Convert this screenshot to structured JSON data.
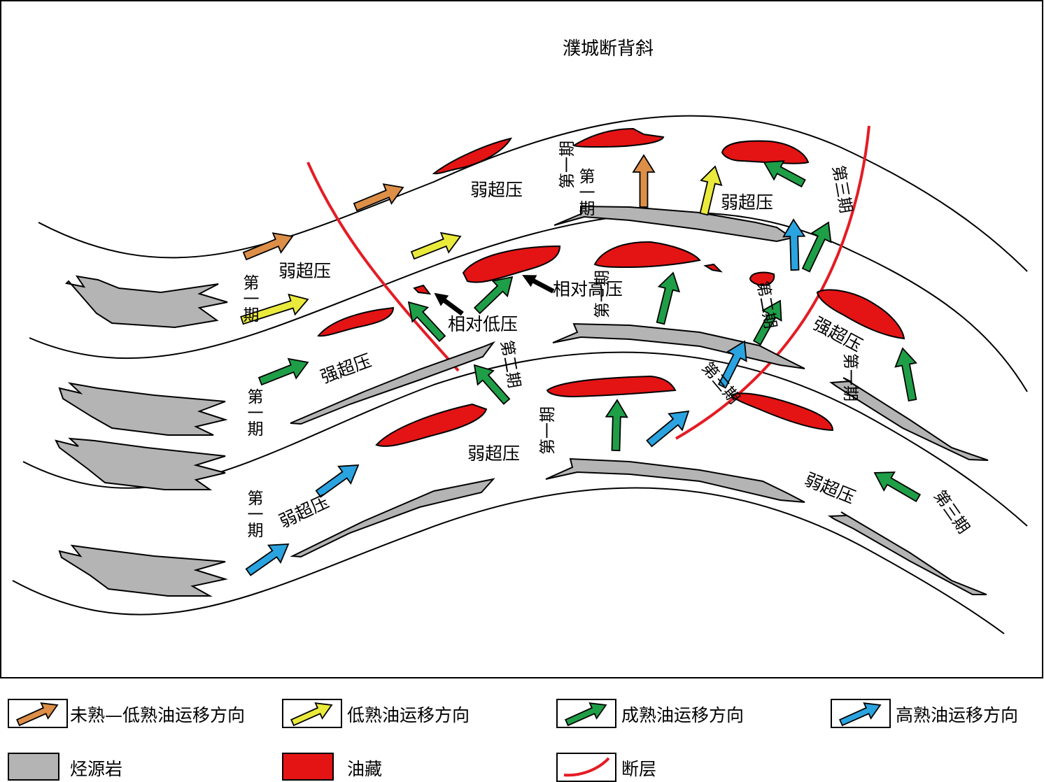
{
  "title": "濮城断背斜",
  "colors": {
    "immature_low": "#dd8f48",
    "low_mature": "#eaea3c",
    "mature": "#1f9e48",
    "high_mature": "#2aa4e0",
    "black": "#000000",
    "source_rock": "#b4b4b4",
    "reservoir": "#e41414",
    "fault": "#e41c24"
  },
  "labels": {
    "weak_overpressure": "弱超压",
    "strong_overpressure": "强超压",
    "relative_low_pressure": "相对低压",
    "relative_high_pressure": "相对高压",
    "phase_1": "第一期",
    "phase_2": "第二期",
    "phase_3": "第三期"
  },
  "legend": [
    {
      "key": "immature_low",
      "label": "未熟—低熟油运移方向",
      "icon": "orange-arrow-icon"
    },
    {
      "key": "low_mature",
      "label": "低熟油运移方向",
      "icon": "yellow-arrow-icon"
    },
    {
      "key": "mature",
      "label": "成熟油运移方向",
      "icon": "green-arrow-icon"
    },
    {
      "key": "high_mature",
      "label": "高熟油运移方向",
      "icon": "blue-arrow-icon"
    },
    {
      "key": "source_rock",
      "label": "烃源岩",
      "icon": "gray-swatch-icon"
    },
    {
      "key": "reservoir",
      "label": "油藏",
      "icon": "red-swatch-icon"
    },
    {
      "key": "fault",
      "label": "断层",
      "icon": "red-curve-icon"
    }
  ]
}
